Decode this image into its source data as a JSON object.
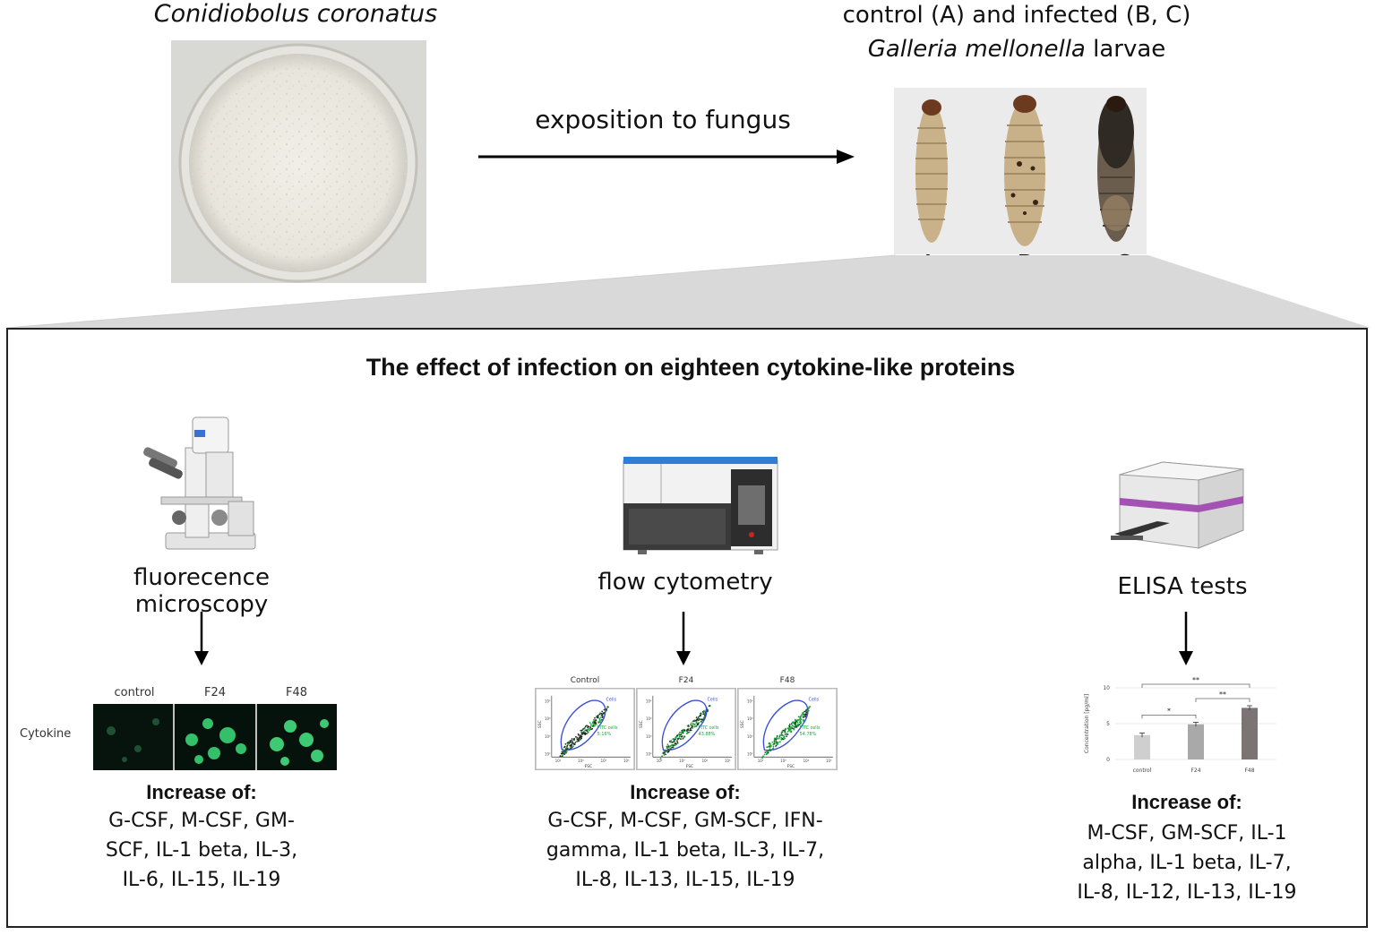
{
  "top": {
    "fungus_title": "Conidiobolus coronatus",
    "larvae_title_line1": "control (A) and infected (B, C)",
    "larvae_title_line2_italic": "Galleria mellonella",
    "larvae_title_line2_rest": " larvae",
    "arrow_label": "exposition to fungus",
    "larva_labels": [
      "A",
      "B",
      "C"
    ]
  },
  "main_title": "The effect of infection on eighteen cytokine-like proteins",
  "methods": [
    {
      "label": "fluorecence microscopy",
      "increase_title": "Increase of:",
      "increase_lines": [
        "G-CSF, M-CSF, GM-",
        "SCF, IL-1 beta, IL-3,",
        "IL-6, IL-15, IL-19"
      ]
    },
    {
      "label": "flow cytometry",
      "increase_title": "Increase of:",
      "increase_lines": [
        "G-CSF, M-CSF, GM-SCF, IFN-",
        "gamma, IL-1 beta, IL-3, IL-7,",
        "IL-8, IL-13, IL-15, IL-19"
      ]
    },
    {
      "label": "ELISA tests",
      "increase_title": "Increase of:",
      "increase_lines": [
        "M-CSF, GM-SCF, IL-1",
        "alpha, IL-1 beta, IL-7,",
        "IL-8, IL-12, IL-13, IL-19"
      ]
    }
  ],
  "microscopy_panel": {
    "columns": [
      "control",
      "F24",
      "F48"
    ],
    "row_label": "Cytokine"
  },
  "flow_panel": {
    "titles": [
      "Control",
      "F24",
      "F48"
    ],
    "gate_label": "Cells",
    "fitc_label": "FITC cells",
    "fitc_values": [
      "5.16%",
      "43.88%",
      "54.78%"
    ],
    "ylabel": "SSC",
    "xlabel": "FSC",
    "ticks": [
      "10²",
      "10³",
      "10⁴",
      "10⁵"
    ]
  },
  "chart_data": {
    "type": "bar",
    "categories": [
      "control",
      "F24",
      "F48"
    ],
    "values": [
      3.4,
      4.9,
      7.2
    ],
    "errors": [
      0.3,
      0.3,
      0.3
    ],
    "ylabel": "Concentration [pg/ml]",
    "ylim": [
      0,
      10
    ],
    "yticks": [
      0,
      5,
      10
    ],
    "bar_colors": [
      "#cfcfcf",
      "#a9a9a9",
      "#7a7474"
    ],
    "significance": [
      {
        "from": "control",
        "to": "F24",
        "label": "*"
      },
      {
        "from": "F24",
        "to": "F48",
        "label": "**"
      },
      {
        "from": "control",
        "to": "F48",
        "label": "**"
      }
    ]
  },
  "colors": {
    "fitc_green": "#1aa53a",
    "gate_blue": "#3a4fd6",
    "elisa_band": "#a352b3",
    "cytometer_band": "#2f7fd6"
  }
}
